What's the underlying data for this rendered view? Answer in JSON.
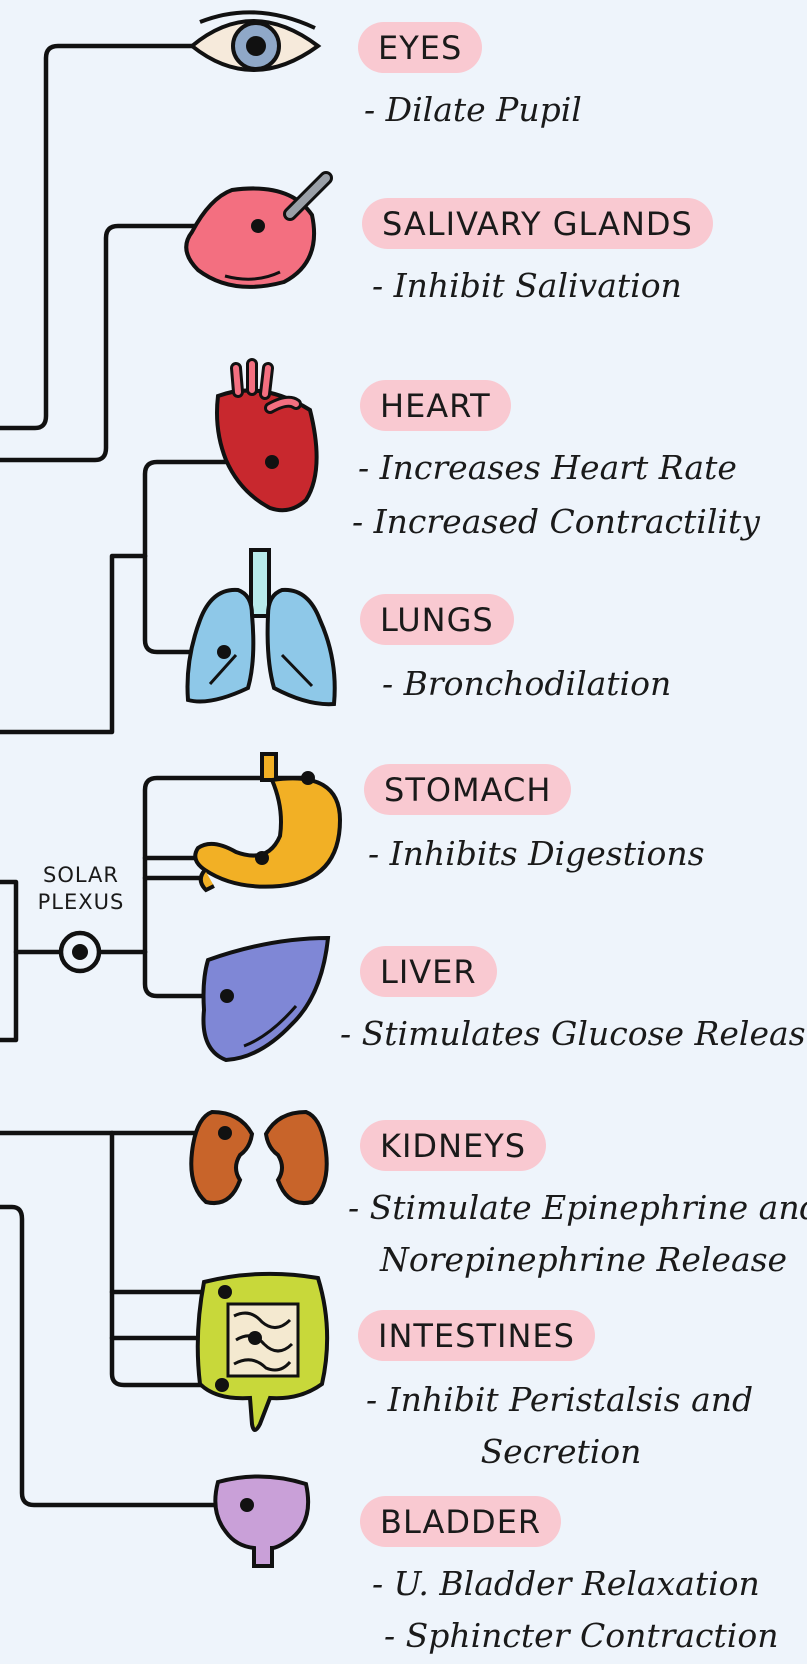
{
  "organs": [
    {
      "name": "EYES",
      "effects": [
        "- Dilate Pupil"
      ],
      "color": "#8fa8c8",
      "icon": "eye-icon"
    },
    {
      "name": "SALIVARY GLANDS",
      "effects": [
        "- Inhibit Salivation"
      ],
      "color": "#f36f80",
      "icon": "salivary-gland-icon"
    },
    {
      "name": "HEART",
      "effects": [
        "- Increases Heart Rate",
        "- Increased Contractility"
      ],
      "color": "#c8282e",
      "icon": "heart-icon"
    },
    {
      "name": "LUNGS",
      "effects": [
        "- Bronchodilation"
      ],
      "color": "#8ec8e8",
      "icon": "lungs-icon"
    },
    {
      "name": "STOMACH",
      "effects": [
        "- Inhibits Digestions"
      ],
      "color": "#f2b025",
      "icon": "stomach-icon"
    },
    {
      "name": "LIVER",
      "effects": [
        "- Stimulates Glucose Release"
      ],
      "color": "#7f87d6",
      "icon": "liver-icon"
    },
    {
      "name": "KIDNEYS",
      "effects": [
        "- Stimulate Epinephrine and",
        "Norepinephrine Release"
      ],
      "color": "#c8642a",
      "icon": "kidneys-icon"
    },
    {
      "name": "INTESTINES",
      "effects": [
        "- Inhibit Peristalsis and",
        "Secretion"
      ],
      "color": "#c8d83a",
      "icon": "intestines-icon"
    },
    {
      "name": "BLADDER",
      "effects": [
        "- U. Bladder Relaxation",
        "- Sphincter Contraction"
      ],
      "color": "#c9a0d8",
      "icon": "bladder-icon"
    }
  ],
  "plexus_label": [
    "SOLAR",
    "PLEXUS"
  ],
  "colors": {
    "background": "#eef4fb",
    "label_pill": "#f9c9d1",
    "line": "#111111"
  }
}
